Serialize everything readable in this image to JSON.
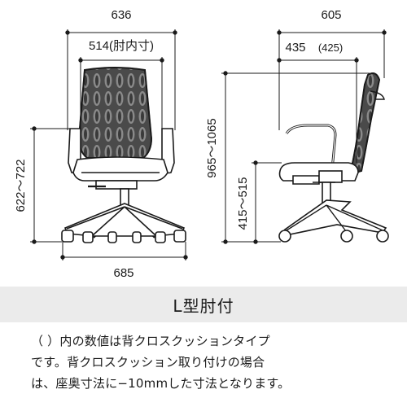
{
  "dimensions": {
    "overall_width": "636",
    "armrest_inner_width": "514(肘内寸)",
    "base_width": "685",
    "arm_height": "622～722",
    "overall_depth": "605",
    "seat_depth": "435",
    "seat_depth_alt": "(425)",
    "overall_height": "965～1065",
    "seat_height": "415～515"
  },
  "title": "L型肘付",
  "note_lines": [
    "（ ）内の数値は背クロスクッションタイプ",
    "です。背クロスクッション取り付けの場合",
    "は、座奥寸法に−10mmした寸法となります。"
  ]
}
